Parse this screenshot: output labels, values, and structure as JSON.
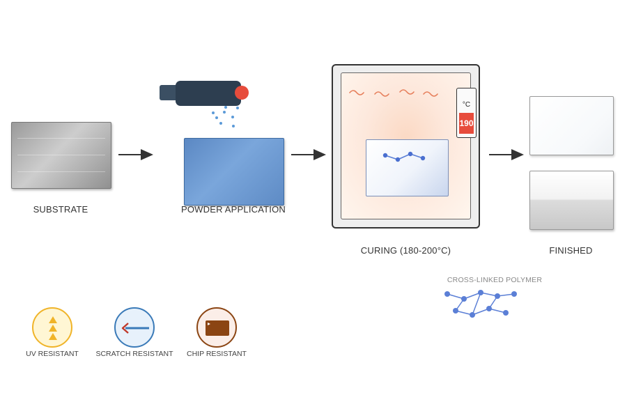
{
  "stages": {
    "substrate": "SUBSTRATE",
    "powder": "POWDER APPLICATION",
    "curing": "CURING (180-200°C)",
    "finished": "FINISHED"
  },
  "oven": {
    "temp_unit": "°C",
    "temp_value": "190"
  },
  "polymer": {
    "label": "CROSS-LINKED POLYMER"
  },
  "properties": [
    {
      "label": "UV RESISTANT",
      "icon": "uv-icon",
      "color": "#f0b429"
    },
    {
      "label": "SCRATCH RESISTANT",
      "icon": "arrow-left-icon",
      "color": "#3a7ab8"
    },
    {
      "label": "CHIP RESISTANT",
      "icon": "chip-icon",
      "color": "#8b4513"
    }
  ],
  "colors": {
    "powder_blue": "#6a97d0",
    "gun": "#2d3e50",
    "gun_tip": "#e74c3c",
    "polymer": "#5b7fd6",
    "heat": "#e67e5a"
  }
}
